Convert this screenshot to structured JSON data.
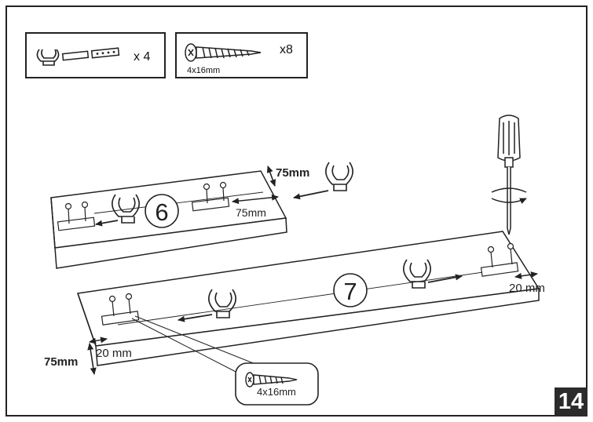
{
  "parts_box_1": {
    "quantity": "x 4"
  },
  "parts_box_2": {
    "quantity": "x8",
    "screw_size": "4x16mm"
  },
  "board_6": {
    "number": "6",
    "edge_offset": "75mm",
    "depth": "75mm"
  },
  "board_7": {
    "number": "7",
    "edge_offset_right": "20 mm",
    "edge_offset_left": "20 mm",
    "depth": "75mm"
  },
  "callout": {
    "screw_size": "4x16mm"
  },
  "step_number": "14",
  "colors": {
    "line": "#222222",
    "step_badge": "#2b2b2b"
  }
}
